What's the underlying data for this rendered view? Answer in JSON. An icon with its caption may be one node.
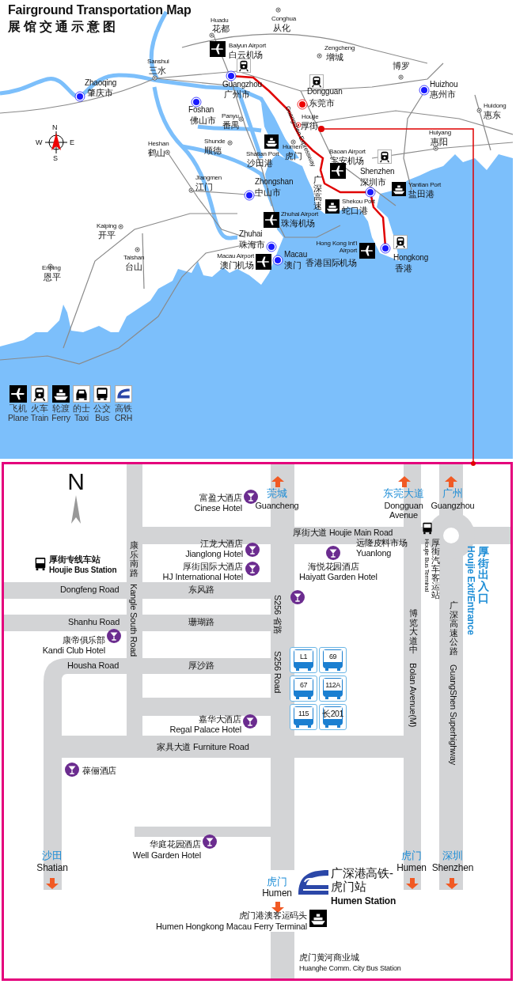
{
  "diagram": {
    "nodes": [
      {
        "text": [],
        "shape": "circle"
      },
      {
        "text": [],
        "shape": "box"
      }
    ],
    "edges": [
      {
        "from": 0,
        "to": 1,
        "arrow": "other"
      }
    ],
    "labels": [
      "Fairground Transportation Map",
      "展馆交通示意图",
      "Huadu",
      "花都",
      "Conghua",
      "从化",
      "Baiyun Airport",
      "白云机场",
      "Sanshui",
      "三水",
      "Zengcheng",
      "增城",
      "博罗",
      "Zhaoqing",
      "肇庆市",
      "Guangzhou",
      "广州市",
      "Dongguan",
      "东莞市",
      "Huizhou",
      "惠州市",
      "Foshan",
      "佛山市",
      "Panyu",
      "番禺",
      "Houjie",
      "厚街",
      "Huidong",
      "惠东",
      "Guangshen Expressway",
      "Huiyang",
      "惠阳",
      "Heshan",
      "鹤山",
      "Shunde",
      "顺德",
      "Shatian Port",
      "沙田港",
      "Humen",
      "虎门",
      "Baoan Airport",
      "宝安机场",
      "广深高速",
      "Zhongshan",
      "中山市",
      "Shenzhen",
      "深圳市",
      "Yantian Port",
      "盐田港",
      "Jiangmen",
      "江门",
      "Shekou Port",
      "蛇口港",
      "Zhuhai Airport",
      "珠海机场",
      "Kaiping",
      "开平",
      "Taishan",
      "台山",
      "Zhuhai",
      "珠海市",
      "Hong Kong Int'l Airport",
      "香港国际机场",
      "Hongkong",
      "香港",
      "Macau Airport",
      "澳门机场",
      "Macau",
      "澳门",
      "Enping",
      "恩平",
      "N",
      "W",
      "E",
      "S",
      "N",
      "富盈大酒店",
      "Cinese Hotel",
      "莞城",
      "Guancheng",
      "东莞大道",
      "Dongguan Avenue",
      "广州",
      "Guangzhou",
      "厚街大道 Houjie Main Road",
      "厚街汽车客运站",
      "Houjie Bus Terminal",
      "江龙大酒店",
      "Jianglong Hotel",
      "远隆皮料市场",
      "Yuanlong",
      "厚街专线车站",
      "Houjie Bus Station",
      "康乐南路",
      "厚街国际大酒店",
      "HJ International Hotel",
      "海悦花园酒店",
      "Haiyatt Garden Hotel",
      "厚街出入口",
      "Houjie Exit/Entrance",
      "Dongfeng Road",
      "东风路",
      "Kangle South Road",
      "S256 省路",
      "Shanhu Road",
      "珊瑚路",
      "广深高速公路",
      "博览大道中",
      "康帝俱乐部",
      "Kandi Club Hotel",
      "Housha Road",
      "厚沙路",
      "S256 Road",
      "L1",
      "69",
      "67",
      "112A",
      "115",
      "长201",
      "Bolan Avenue(M)",
      "GuangShen Superhighway",
      "嘉华大酒店",
      "Regal Palace Hotel",
      "家具大道 Furniture Road",
      "葆俪酒店",
      "华庭花园酒店",
      "Well Garden Hotel",
      "沙田",
      "Shatian",
      "虎门",
      "Humen",
      "广深港高铁-虎门站",
      "Humen Station",
      "虎门",
      "Humen",
      "深圳",
      "Shenzhen",
      "虎门港澳客运码头",
      "Humen Hongkong Macau Ferry Terminal",
      "虎门黄河商业城",
      "Huanghe Comm. City Bus Station"
    ],
    "legend": [
      {
        "text": "飞机 Plane"
      },
      {
        "text": "火车 Train"
      },
      {
        "text": "轮渡 Ferry"
      },
      {
        "text": "的士 Taxi"
      },
      {
        "text": "公交 Bus"
      },
      {
        "text": "高铁 CRH"
      }
    ]
  }
}
